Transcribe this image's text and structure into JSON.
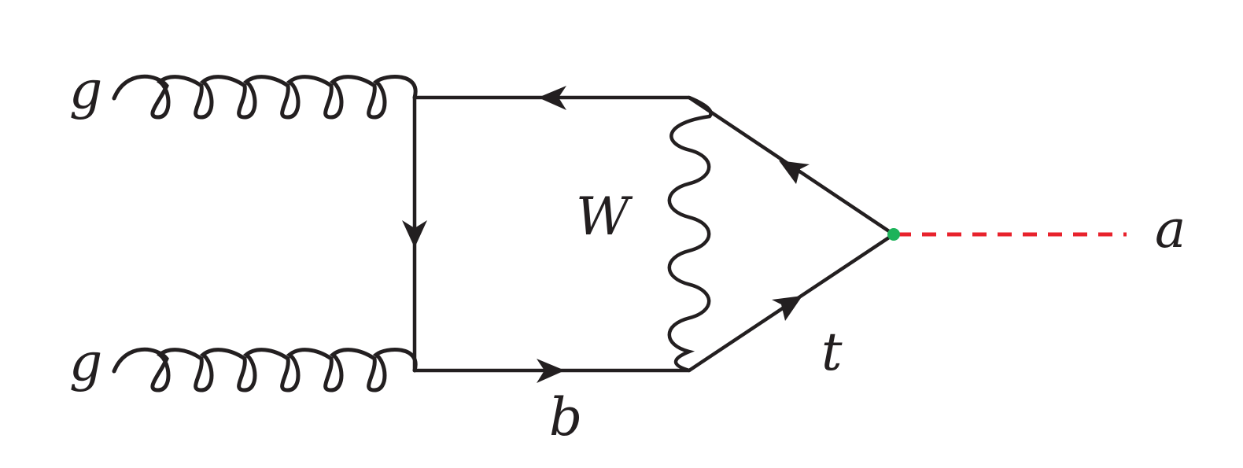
{
  "labels": {
    "gluon_top": "g",
    "gluon_bottom": "g",
    "w_boson": "W",
    "bottom_quark": "b",
    "top_quark": "t",
    "axion": "a"
  },
  "colors": {
    "line": "#231f20",
    "scalar_line": "#e8222c",
    "vertex": "#1db35a",
    "background": "#ffffff"
  }
}
